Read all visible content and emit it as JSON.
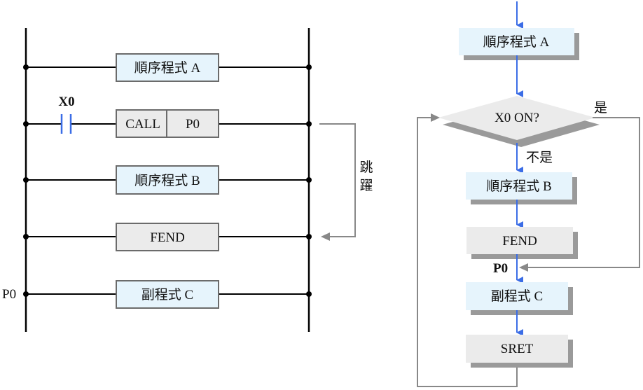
{
  "ladder": {
    "rungs": [
      {
        "label": "順序程式 A",
        "fill": "#e6f4fc"
      },
      {
        "contact": "X0",
        "call_op": "CALL",
        "call_arg": "P0",
        "fill": "#ebebeb"
      },
      {
        "label": "順序程式 B",
        "fill": "#e6f4fc"
      },
      {
        "label": "FEND",
        "fill": "#ebebeb"
      },
      {
        "pointer": "P0",
        "label": "副程式 C",
        "fill": "#e6f4fc"
      }
    ],
    "jump_label": [
      "跳",
      "躍"
    ],
    "contact_color": "#3b6de6",
    "jump_color": "#888888"
  },
  "flowchart": {
    "box_a": "順序程式 A",
    "decision": "X0 ON?",
    "yes_label": "是",
    "no_label": "不是",
    "box_b": "順序程式 B",
    "box_fend": "FEND",
    "pointer_label": "P0",
    "box_c": "副程式 C",
    "box_sret": "SRET",
    "arrow_color": "#3b6de6",
    "loop_color": "#888888",
    "blue_fill": "#e6f4fc",
    "gray_fill": "#ebebeb",
    "shadow_color": "#9a9a9a"
  }
}
